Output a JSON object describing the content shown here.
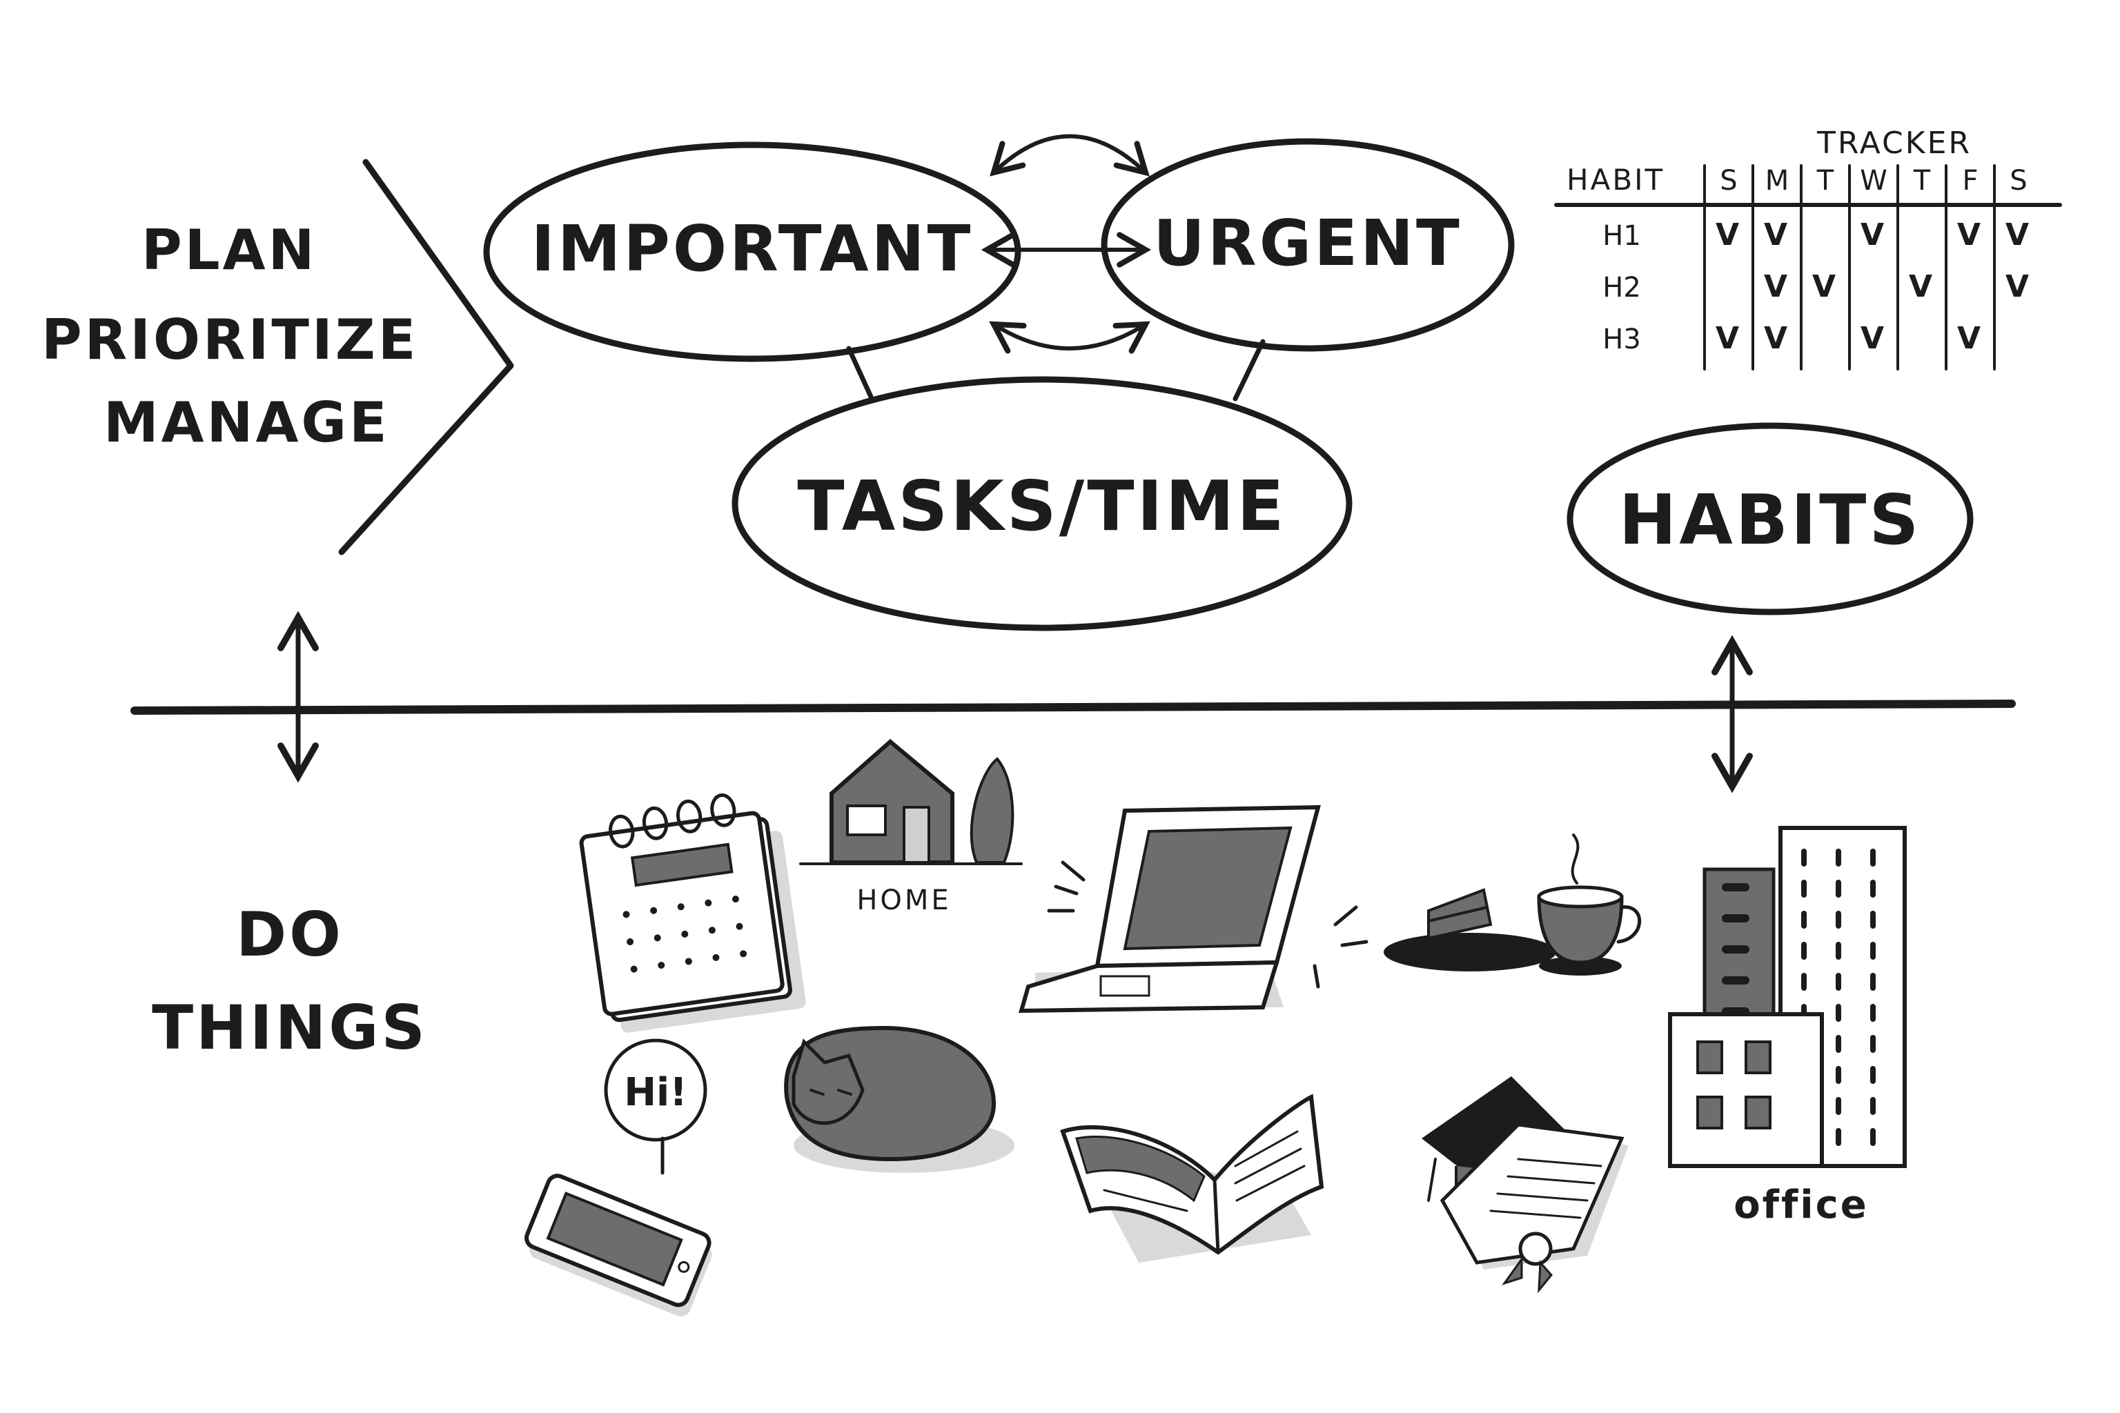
{
  "left_labels": {
    "plan": "PLAN",
    "prioritize": "PRIORITIZE",
    "manage": "MANAGE",
    "do_line1": "DO",
    "do_line2": "THINGS"
  },
  "ovals": {
    "important": "IMPORTANT",
    "urgent": "URGENT",
    "tasks_time": "TASKS/TIME",
    "habits": "HABITS"
  },
  "tracker": {
    "title": "TRACKER",
    "habit_header": "HABIT",
    "days": [
      "S",
      "M",
      "T",
      "W",
      "T",
      "F",
      "S"
    ],
    "rows": [
      {
        "label": "H1",
        "checks": [
          "V",
          "V",
          "",
          "V",
          "",
          "V",
          "V"
        ]
      },
      {
        "label": "H2",
        "checks": [
          "",
          "V",
          "V",
          "",
          "V",
          "",
          "V"
        ]
      },
      {
        "label": "H3",
        "checks": [
          "V",
          "V",
          "",
          "V",
          "",
          "V",
          ""
        ]
      }
    ]
  },
  "illustrations": {
    "home_label": "HOME",
    "speech_text": "Hi!",
    "office_label": "office"
  },
  "icons": [
    "calendar-icon",
    "house-icon",
    "laptop-icon",
    "cake-icon",
    "coffee-cup-icon",
    "office-buildings-icon",
    "phone-icon",
    "cat-icon",
    "open-book-icon",
    "graduation-cap-icon",
    "diploma-icon"
  ],
  "colors": {
    "ink": "#1c1c1c",
    "gray": "#6d6d6d",
    "light_gray": "#cfcfcf",
    "background": "#ffffff"
  }
}
